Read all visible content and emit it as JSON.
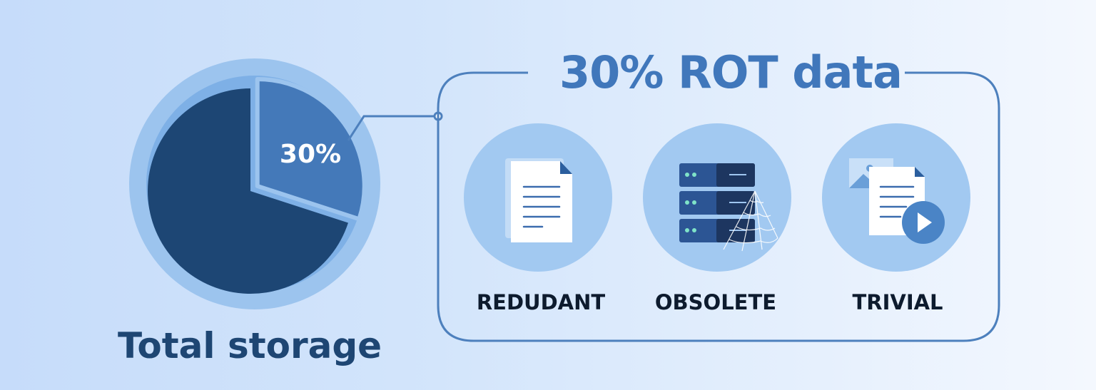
{
  "title": "30% ROT data",
  "pie": {
    "rot_percent": 30,
    "rot_label": "30%",
    "caption": "Total storage"
  },
  "categories": [
    {
      "label": "REDUDANT",
      "icon": "document-icon"
    },
    {
      "label": "OBSOLETE",
      "icon": "server-cobweb-icon"
    },
    {
      "label": "TRIVIAL",
      "icon": "media-file-icon"
    }
  ],
  "colors": {
    "pie_main": "#1d4674",
    "pie_slice": "#4479b9",
    "pie_ring": "#9cc4ee",
    "title": "#4077bb",
    "frame": "#4d80bd",
    "icon_circle": "#a2c9f1"
  }
}
